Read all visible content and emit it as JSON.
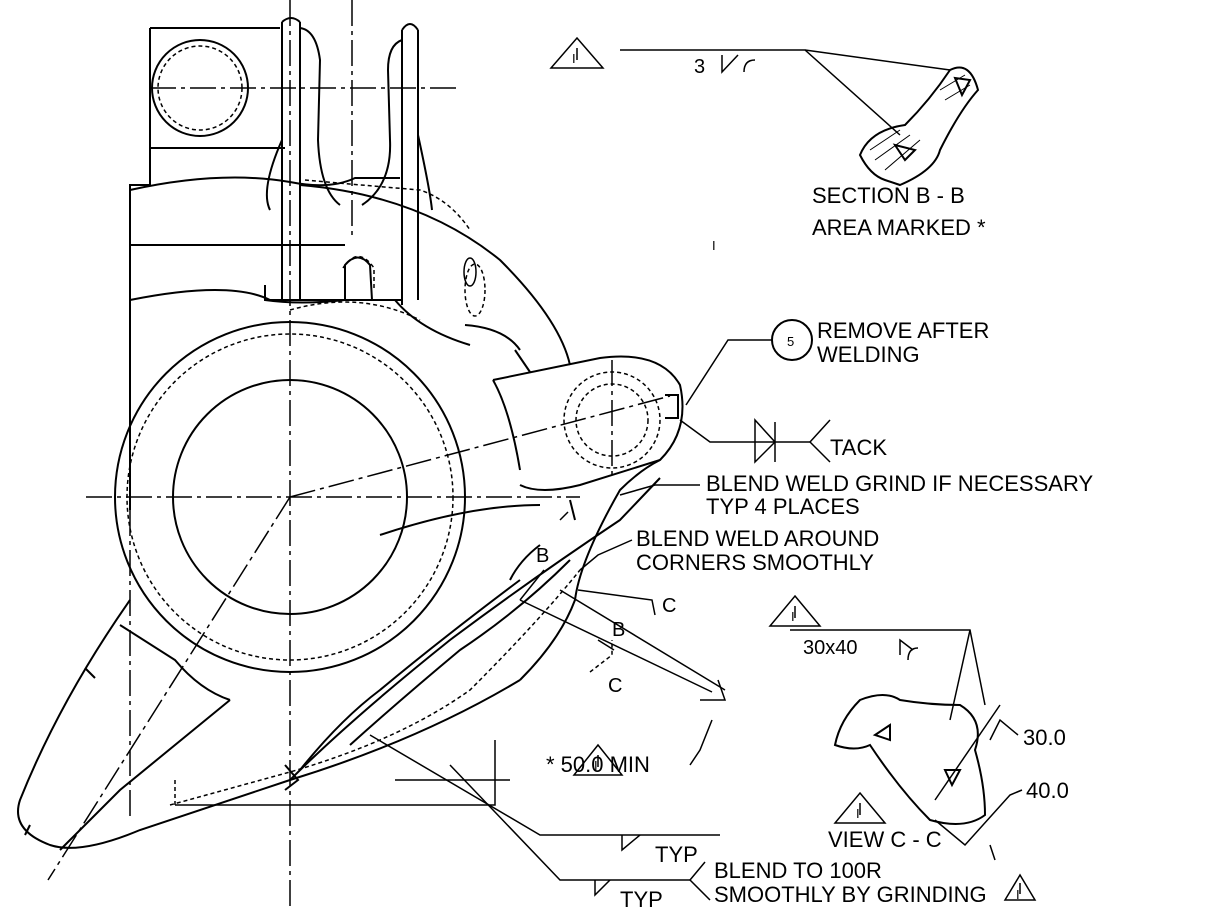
{
  "notes": {
    "section_bb_title": "SECTION B - B",
    "section_bb_area": "AREA MARKED *",
    "section_bb_weld_size": "3",
    "marker_i": "I",
    "balloon_number": "5",
    "remove_line1": "REMOVE AFTER",
    "remove_line2": "WELDING",
    "tack": "TACK",
    "blend_grind_line1": "BLEND WELD GRIND IF NECESSARY",
    "blend_grind_line2": "TYP 4 PLACES",
    "blend_corners_line1": "BLEND WELD AROUND",
    "blend_corners_line2": "CORNERS SMOOTHLY",
    "section_mark_b": "B",
    "section_mark_c": "C",
    "min_dim": "* 50.0 MIN",
    "view_cc_weld_size": "30x40",
    "dim_30": "30.0",
    "dim_40": "40.0",
    "view_cc_title": "VIEW C - C",
    "typ": "TYP",
    "blend_100r_line1": "BLEND TO 100R",
    "blend_100r_line2": "SMOOTHLY BY GRINDING",
    "revision_symbol": "I"
  }
}
